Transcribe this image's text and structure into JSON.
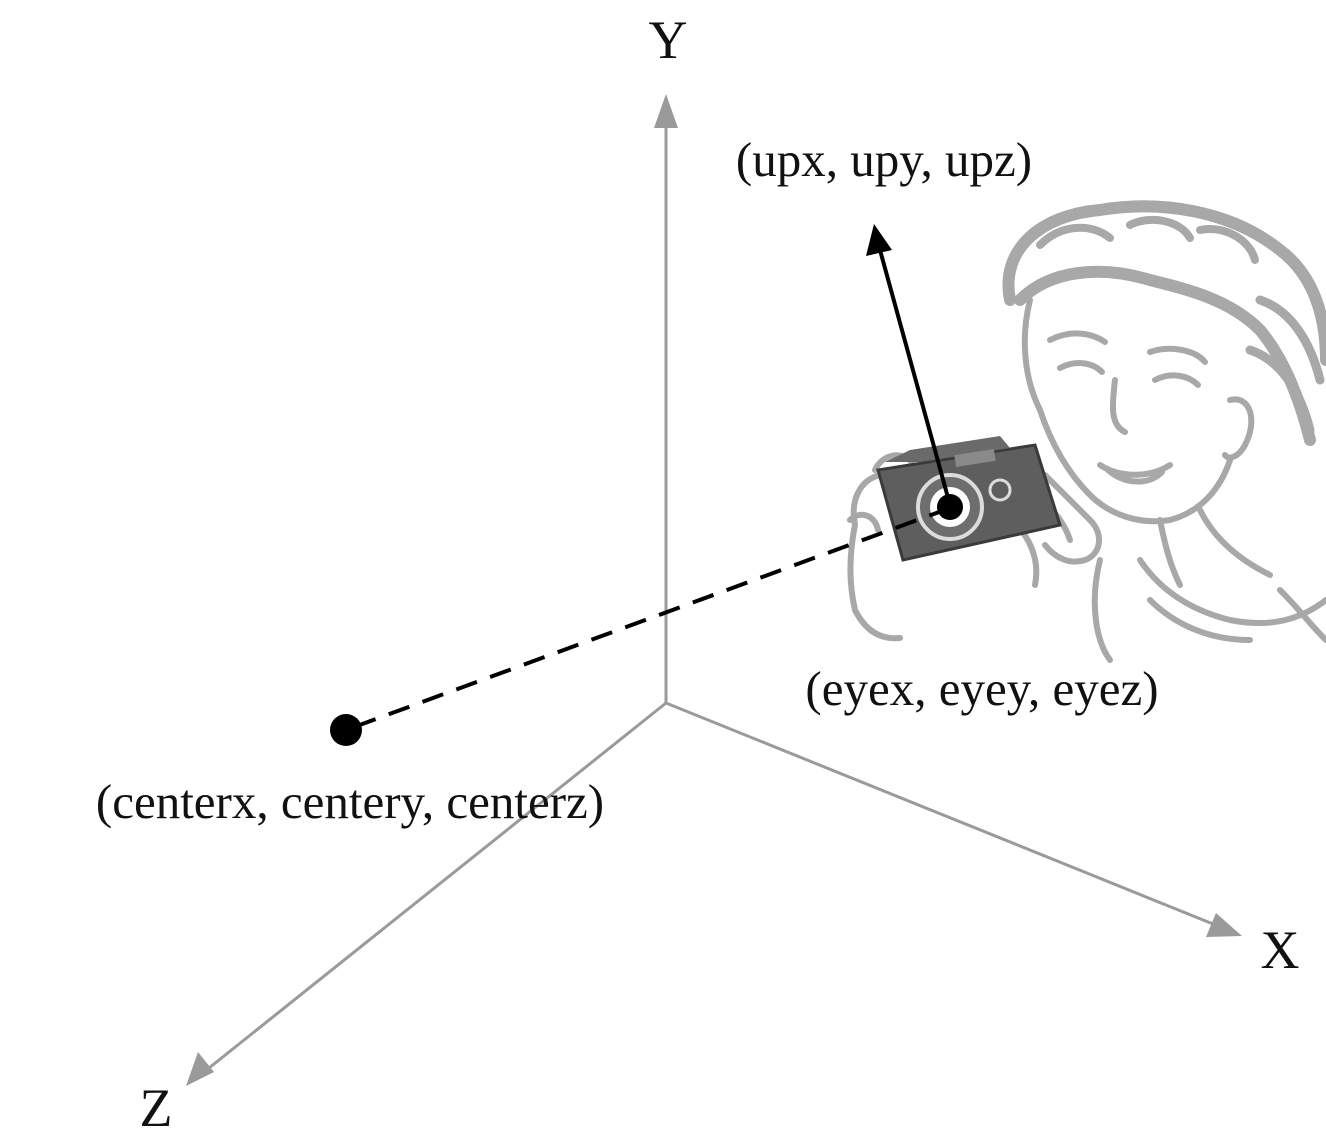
{
  "diagram": {
    "axes": {
      "x_label": "X",
      "y_label": "Y",
      "z_label": "Z",
      "color": "#9a9a9a"
    },
    "points": {
      "up_label": "(upx, upy, upz)",
      "eye_label": "(eyex, eyey, eyez)",
      "center_label": "(centerx, centery, centerz)"
    },
    "illustration": {
      "subject": "woman-holding-camera",
      "color": "#a8a8a8",
      "camera_color": "#5e5e5e"
    },
    "line_color": "#000000"
  }
}
